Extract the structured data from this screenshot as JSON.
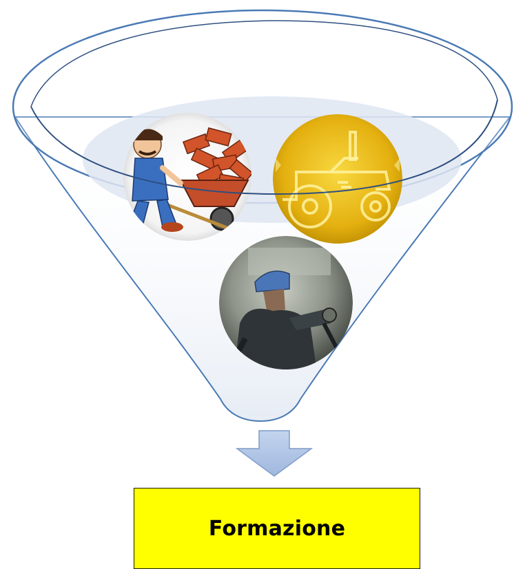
{
  "diagram": {
    "inputs": [
      {
        "name": "construction-worker-wheelbarrow-image"
      },
      {
        "name": "tractor-image"
      },
      {
        "name": "welder-worker-image"
      }
    ],
    "output": {
      "label": "Formazione"
    }
  },
  "colors": {
    "funnel_outline": "#4a7ab5",
    "arrow_fill": "#a9c0e2",
    "arrow_stroke": "#7f9cc7",
    "box_fill": "#ffff00",
    "tractor_gold": "#e8b813",
    "inner_band": "#dfe6f2"
  }
}
